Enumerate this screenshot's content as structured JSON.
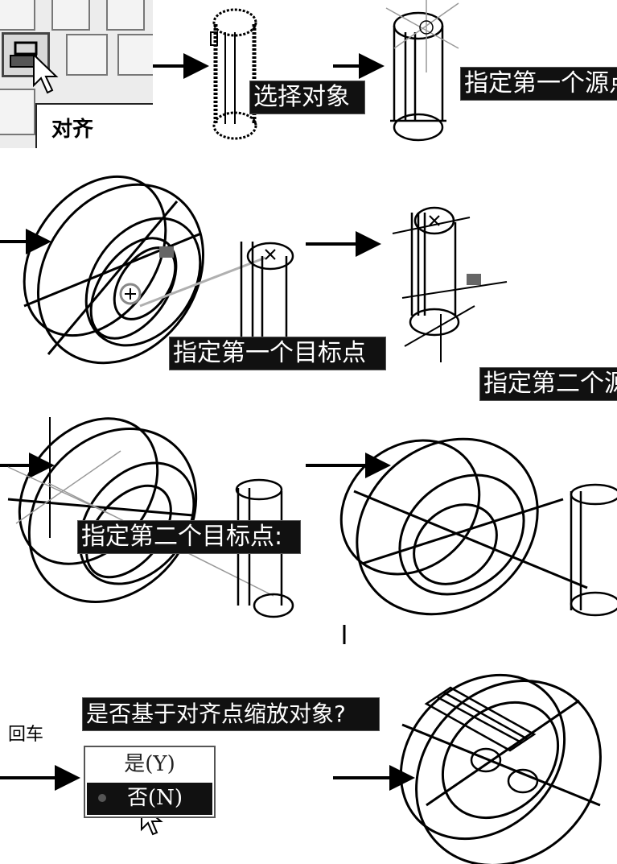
{
  "toolbar": {
    "tooltip": "对齐"
  },
  "prompts": {
    "select_objects": "选择对象",
    "first_source_point": "指定第一个源点",
    "first_target_point": "指定第一个目标点",
    "second_source_point": "指定第二个源点",
    "second_target_point": "指定第二个目标点:",
    "scale_question": "是否基于对齐点缩放对象?"
  },
  "menu": {
    "options": [
      "是(Y)",
      "否(N)"
    ],
    "selected": "否(N)"
  },
  "labels": {
    "enter": "回车"
  },
  "colors": {
    "ink": "#000000",
    "tip_bg": "#111111",
    "tip_text": "#ffffff",
    "toolbar_bg": "#ececec",
    "gray_line": "#b0b0b0"
  },
  "icons": [
    "align-tool-icon",
    "cursor-arrow-icon",
    "arrow-right-icon",
    "crosshair-marker-icon",
    "cad-object-icon"
  ]
}
